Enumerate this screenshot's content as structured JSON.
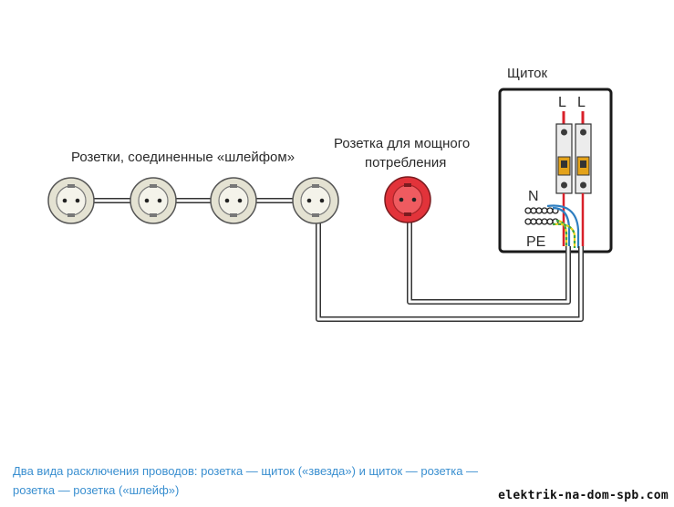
{
  "labels": {
    "panel": "Щиток",
    "breaker_left": "L",
    "breaker_right": "L",
    "neutral_bus": "N",
    "ground_bus": "PE",
    "daisy_chain_sockets": "Розетки, соединенные «шлейфом»",
    "power_socket_line1": "Розетка для мощного",
    "power_socket_line2": "потребления"
  },
  "caption": {
    "line1": "Два вида расключения проводов: розетка — щиток («звезда») и щиток — розетка —",
    "line2": "розетка — розетка («шлейф»)"
  },
  "watermark": "elektrik-na-dom-spb.com",
  "colors": {
    "wire_phase": "#d8202a",
    "wire_neutral": "#2f7fc1",
    "wire_ground_yellow": "#e8d21c",
    "wire_ground_green": "#3aa64a",
    "socket_standard": "#e4e2d2",
    "socket_power": "#e2333a",
    "caption_text": "#3a8fd0"
  },
  "icons": {
    "socket": "euro-socket-icon",
    "breaker": "circuit-breaker-icon"
  }
}
